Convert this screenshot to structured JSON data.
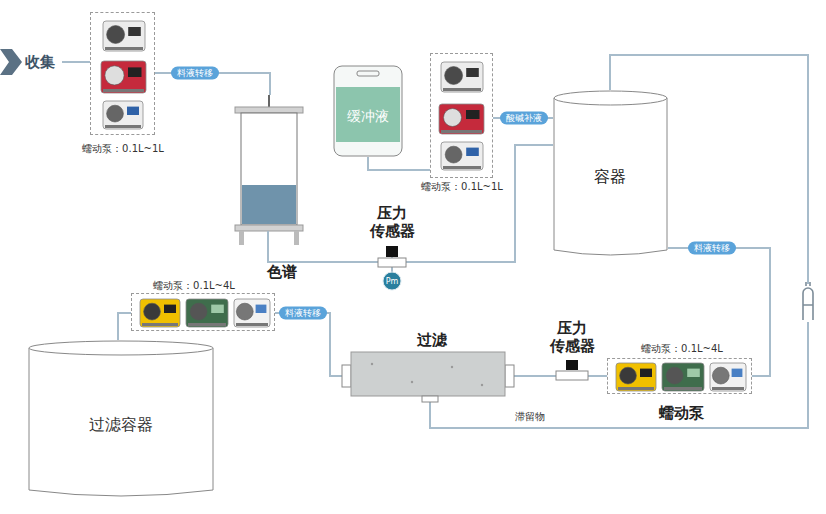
{
  "diagram": {
    "nodes": [
      {
        "text": [
          "蠕动泵：0.1L~1L"
        ]
      },
      {
        "text": [
          "色谱"
        ]
      },
      {
        "text": [
          "缓冲液"
        ]
      },
      {
        "text": [
          "蠕动泵：0.1L~1L"
        ]
      },
      {
        "text": [
          "容器"
        ]
      },
      {
        "text": [
          "压力 传感器"
        ]
      },
      {
        "text": [
          "Pm"
        ]
      },
      {
        "text": [
          "蠕动泵：0.1L~4L"
        ]
      },
      {
        "text": [
          "过滤容器"
        ]
      },
      {
        "text": [
          "过滤"
        ]
      },
      {
        "text": [
          "压力 传感器"
        ]
      },
      {
        "text": [
          "蠕动泵：0.1L~4L",
          "蠕动泵"
        ]
      }
    ],
    "edges": [
      {
        "from": 0,
        "to": 1,
        "arrow": "none",
        "label": "料液转移"
      },
      {
        "from": 2,
        "to": 3,
        "arrow": "none"
      },
      {
        "from": 3,
        "to": 4,
        "arrow": "none",
        "label": "酸碱补液"
      },
      {
        "from": 1,
        "to": 5,
        "arrow": "none"
      },
      {
        "from": 5,
        "to": 4,
        "arrow": "none"
      },
      {
        "from": 5,
        "to": 6,
        "arrow": "none"
      },
      {
        "from": 4,
        "to": 11,
        "arrow": "none",
        "label": "料液转移"
      },
      {
        "from": 11,
        "to": 10,
        "arrow": "none"
      },
      {
        "from": 10,
        "to": 9,
        "arrow": "none"
      },
      {
        "from": 9,
        "to": 7,
        "arrow": "none",
        "label": "料液转移"
      },
      {
        "from": 7,
        "to": 8,
        "arrow": "none"
      },
      {
        "from": 9,
        "to": 4,
        "arrow": "none",
        "label": "滞留物"
      }
    ],
    "labels": [
      "收集"
    ]
  }
}
